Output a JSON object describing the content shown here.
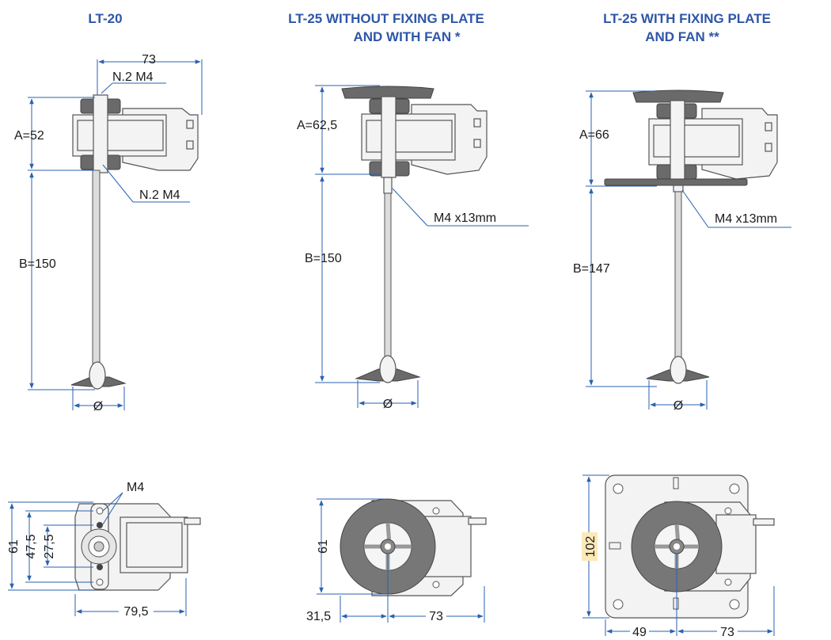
{
  "titles": {
    "lt20": "LT-20",
    "lt25_no_plate_1": "LT-25 WITHOUT FIXING PLATE",
    "lt25_no_plate_2": "AND WITH FAN *",
    "lt25_plate_1": "LT-25 WITH FIXING PLATE",
    "lt25_plate_2": "AND FAN **"
  },
  "lt20": {
    "width": "73",
    "screw_top": "N.2 M4",
    "screw_bottom": "N.2 M4",
    "a": "A=52",
    "b": "B=150",
    "diameter": "Ø",
    "front_height": "61",
    "front_h2": "47,5",
    "front_h3": "27,5",
    "front_screw": "M4",
    "front_width": "79,5"
  },
  "lt25_no_plate": {
    "a": "A=62,5",
    "b": "B=150",
    "screw": "M4 x13mm",
    "diameter": "Ø",
    "front_height": "61",
    "front_left": "31,5",
    "front_width": "73"
  },
  "lt25_plate": {
    "a": "A=66",
    "b": "B=147",
    "screw": "M4 x13mm",
    "diameter": "Ø",
    "front_height": "102",
    "front_left": "49",
    "front_width": "73"
  },
  "colors": {
    "title": "#2e56a7",
    "dimension_line": "#2a62b0",
    "highlight": "#fbe9b7"
  }
}
